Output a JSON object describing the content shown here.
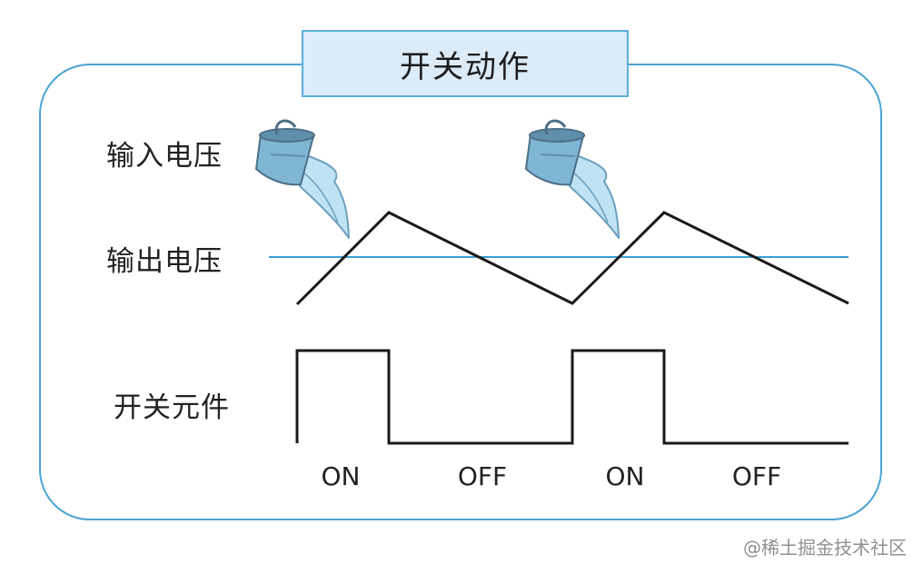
{
  "title": "开关动作",
  "labels": {
    "input_voltage": "输入电压",
    "output_voltage": "输出电压",
    "switch_element": "开关元件"
  },
  "states": [
    "ON",
    "OFF",
    "ON",
    "OFF"
  ],
  "watermark": "@稀土掘金技术社区",
  "icons": [
    "bucket-pouring-icon",
    "bucket-pouring-icon"
  ],
  "colors": {
    "frame": "#4aa3d4",
    "title_fill": "#dcebf8",
    "threshold_line": "#3a9fd0",
    "waveform": "#1a1a1a",
    "bucket": "#7fb6d3",
    "water": "#bfe3f3"
  }
}
